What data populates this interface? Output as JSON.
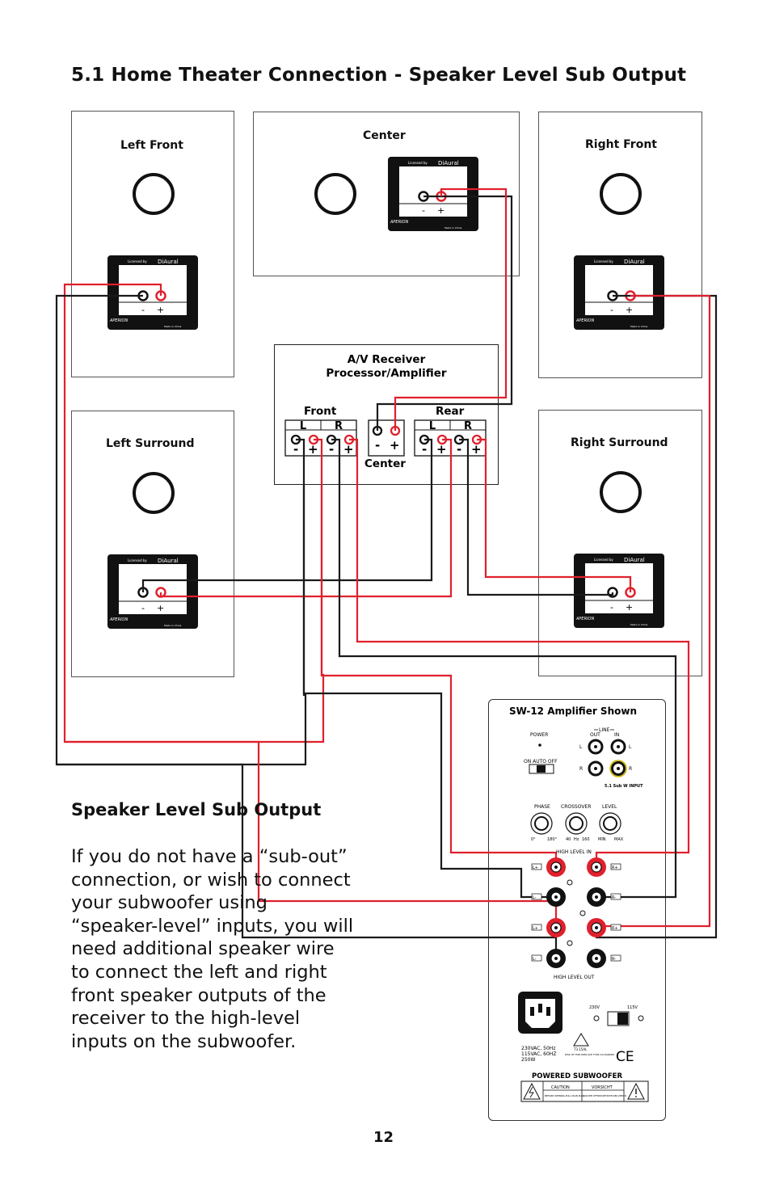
{
  "title": "5.1 Home Theater Connection - Speaker Level Sub Output",
  "speakers": {
    "left_front": "Left Front",
    "center": "Center",
    "right_front": "Right Front",
    "left_surround": "Left Surround",
    "right_surround": "Right Surround"
  },
  "terminal": {
    "minus": "-",
    "plus": "+",
    "licensed": "Licensed by",
    "brand": "DiAural",
    "maker": "APERION",
    "made": "Made in China"
  },
  "receiver": {
    "title_line1": "A/V Receiver",
    "title_line2": "Processor/Amplifier",
    "front": "Front",
    "rear": "Rear",
    "center": "Center",
    "l": "L",
    "r": "R"
  },
  "amp": {
    "title": "SW-12 Amplifier Shown",
    "power": "POWER",
    "on_auto_off": "ON AUTO OFF",
    "line": "LINE",
    "out": "OUT",
    "in": "IN",
    "l": "L",
    "r": "R",
    "sub_input": "5.1 Sub W INPUT",
    "phase": "PHASE",
    "crossover": "CROSSOVER",
    "level": "LEVEL",
    "phase_0": "0°",
    "phase_180": "180°",
    "xo_40": "40",
    "xo_hz": "Hz",
    "xo_160": "160",
    "min": "MIN",
    "max": "MAX",
    "high_level_in": "HIGH LEVEL IN",
    "high_level_out": "HIGH LEVEL OUT",
    "lplus": "L+",
    "lminus": "L-",
    "rplus": "R+",
    "rminus": "R-",
    "v230": "230V",
    "v115": "115V",
    "rating1": "230VAC, 50Hz",
    "rating2": "115VAC, 60HZ",
    "rating3": "250W",
    "fuse": "T3.15AL",
    "warn": "RISK OF FIRE REPLACE FUSE AS MARKED",
    "ce": "CE",
    "powered": "POWERED SUBWOOFER",
    "caution": "CAUTION",
    "vorsicht": "VORSICHT",
    "caution_text": "BEFORE OPENING PULL MAIN PLUG",
    "vorsicht_text": "VOR DEM ÖFFNEN NETZSTECKER ZIEHEN"
  },
  "section_heading": "Speaker Level Sub Output",
  "body_text": "If you do not have a “sub-out” connection, or wish to connect your subwoofer using “speaker-level” inputs, you will need additional speaker wire to connect the left and right front speaker outputs of the receiver to the high-level inputs on the subwoofer.",
  "page_number": "12",
  "colors": {
    "red_wire": "#e0202c",
    "black_wire": "#1a1a1a"
  }
}
